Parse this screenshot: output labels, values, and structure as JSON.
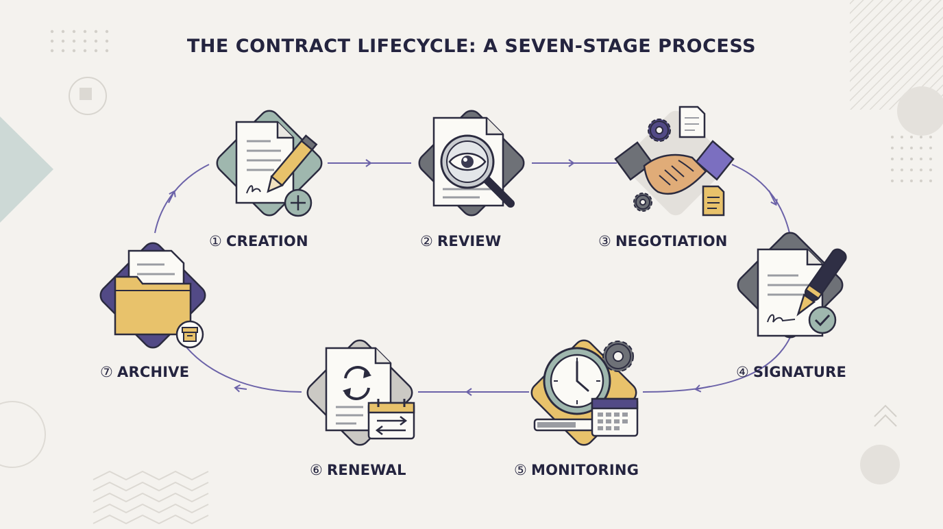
{
  "title": "THE CONTRACT LIFECYCLE: A SEVEN-STAGE PROCESS",
  "stages": [
    {
      "number": "①",
      "label": "CREATION",
      "icon": "document-pencil-icon"
    },
    {
      "number": "②",
      "label": "REVIEW",
      "icon": "magnifier-eye-icon"
    },
    {
      "number": "③",
      "label": "NEGOTIATION",
      "icon": "handshake-icon"
    },
    {
      "number": "④",
      "label": "SIGNATURE",
      "icon": "pen-signature-icon"
    },
    {
      "number": "⑤",
      "label": "MONITORING",
      "icon": "clock-calendar-icon"
    },
    {
      "number": "⑥",
      "label": "RENEWAL",
      "icon": "renewal-cycle-icon"
    },
    {
      "number": "⑦",
      "label": "ARCHIVE",
      "icon": "folder-archive-icon"
    }
  ],
  "colors": {
    "background": "#f4f2ee",
    "text": "#24243f",
    "arrow": "#6b62a8",
    "outline": "#2b2b3f",
    "sage": "#9fb7ae",
    "slate": "#6e7177",
    "purple": "#524a86",
    "mustard": "#e8c26b",
    "paper": "#fbfaf6"
  }
}
